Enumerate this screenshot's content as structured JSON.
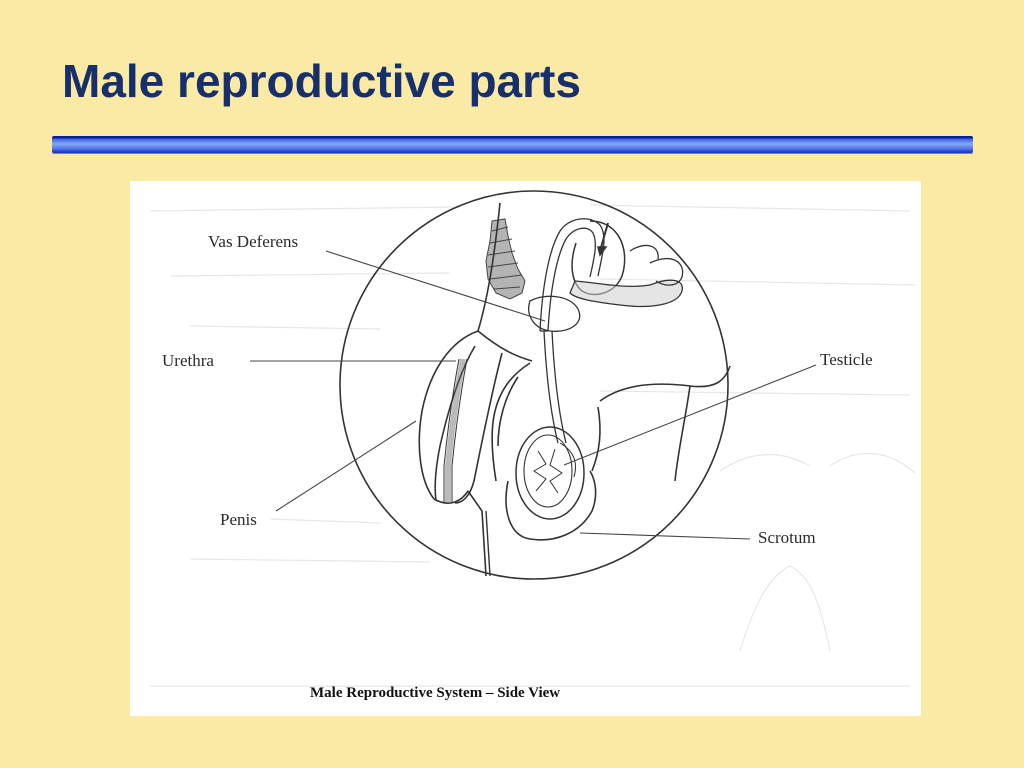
{
  "slide": {
    "title": "Male reproductive parts"
  },
  "diagram": {
    "labels": {
      "vas_deferens": "Vas Deferens",
      "urethra": "Urethra",
      "penis": "Penis",
      "testicle": "Testicle",
      "scrotum": "Scrotum"
    },
    "caption": "Male Reproductive System – Side View"
  }
}
